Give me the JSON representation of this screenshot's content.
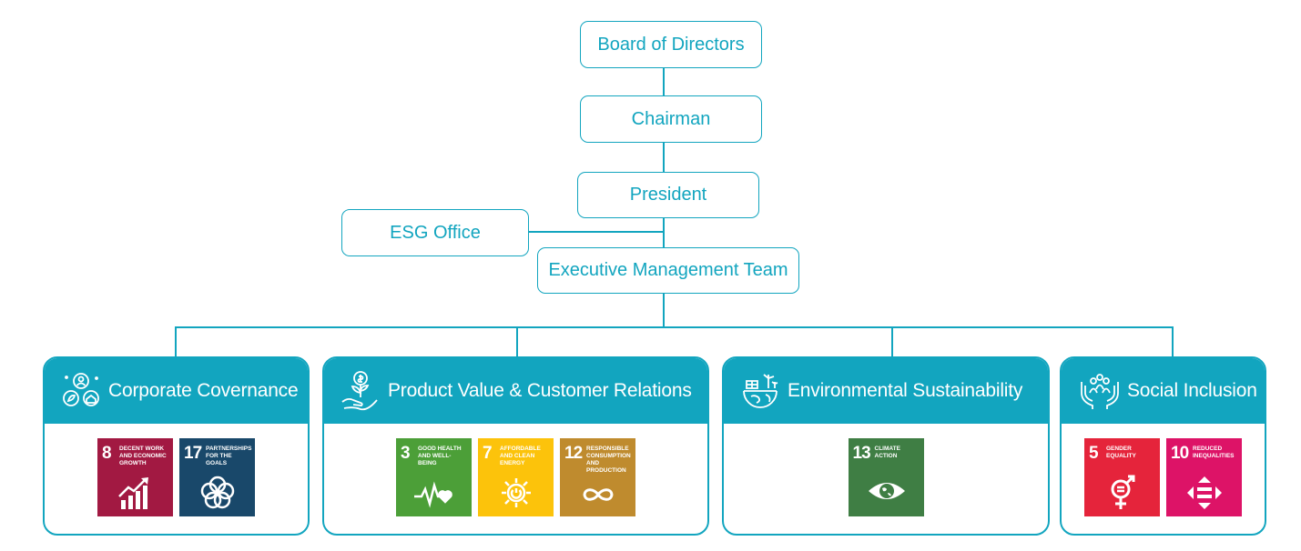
{
  "org": {
    "board": "Board of Directors",
    "chairman": "Chairman",
    "president": "President",
    "esg_office": "ESG Office",
    "executive_team": "Executive Management Team"
  },
  "pillars": [
    {
      "title": "Corporate Covernance",
      "icon": "governance-icon",
      "sdgs": [
        {
          "number": "8",
          "caption": "DECENT WORK AND ECONOMIC GROWTH",
          "color": "#a21942",
          "icon": "growth-chart-icon"
        },
        {
          "number": "17",
          "caption": "PARTNERSHIPS FOR THE GOALS",
          "color": "#19486a",
          "icon": "partnership-ring-icon"
        }
      ]
    },
    {
      "title": "Product Value & Customer Relations",
      "icon": "money-plant-hand-icon",
      "sdgs": [
        {
          "number": "3",
          "caption": "GOOD HEALTH AND WELL-BEING",
          "color": "#4c9f38",
          "icon": "heartbeat-icon"
        },
        {
          "number": "7",
          "caption": "AFFORDABLE AND CLEAN ENERGY",
          "color": "#fcc30b",
          "icon": "sun-power-icon"
        },
        {
          "number": "12",
          "caption": "RESPONSIBLE CONSUMPTION AND PRODUCTION",
          "color": "#bf8b2e",
          "icon": "infinity-icon"
        }
      ]
    },
    {
      "title": "Environmental Sustainability",
      "icon": "globe-renewable-icon",
      "sdgs": [
        {
          "number": "13",
          "caption": "CLIMATE ACTION",
          "color": "#3f7e44",
          "icon": "eye-globe-icon"
        }
      ]
    },
    {
      "title": "Social Inclusion",
      "icon": "hands-people-icon",
      "sdgs": [
        {
          "number": "5",
          "caption": "GENDER EQUALITY",
          "color": "#e5243b",
          "icon": "gender-symbol-icon"
        },
        {
          "number": "10",
          "caption": "REDUCED INEQUALITIES",
          "color": "#dd1367",
          "icon": "equality-arrows-icon"
        }
      ]
    }
  ],
  "colors": {
    "accent": "#12a5bf"
  }
}
